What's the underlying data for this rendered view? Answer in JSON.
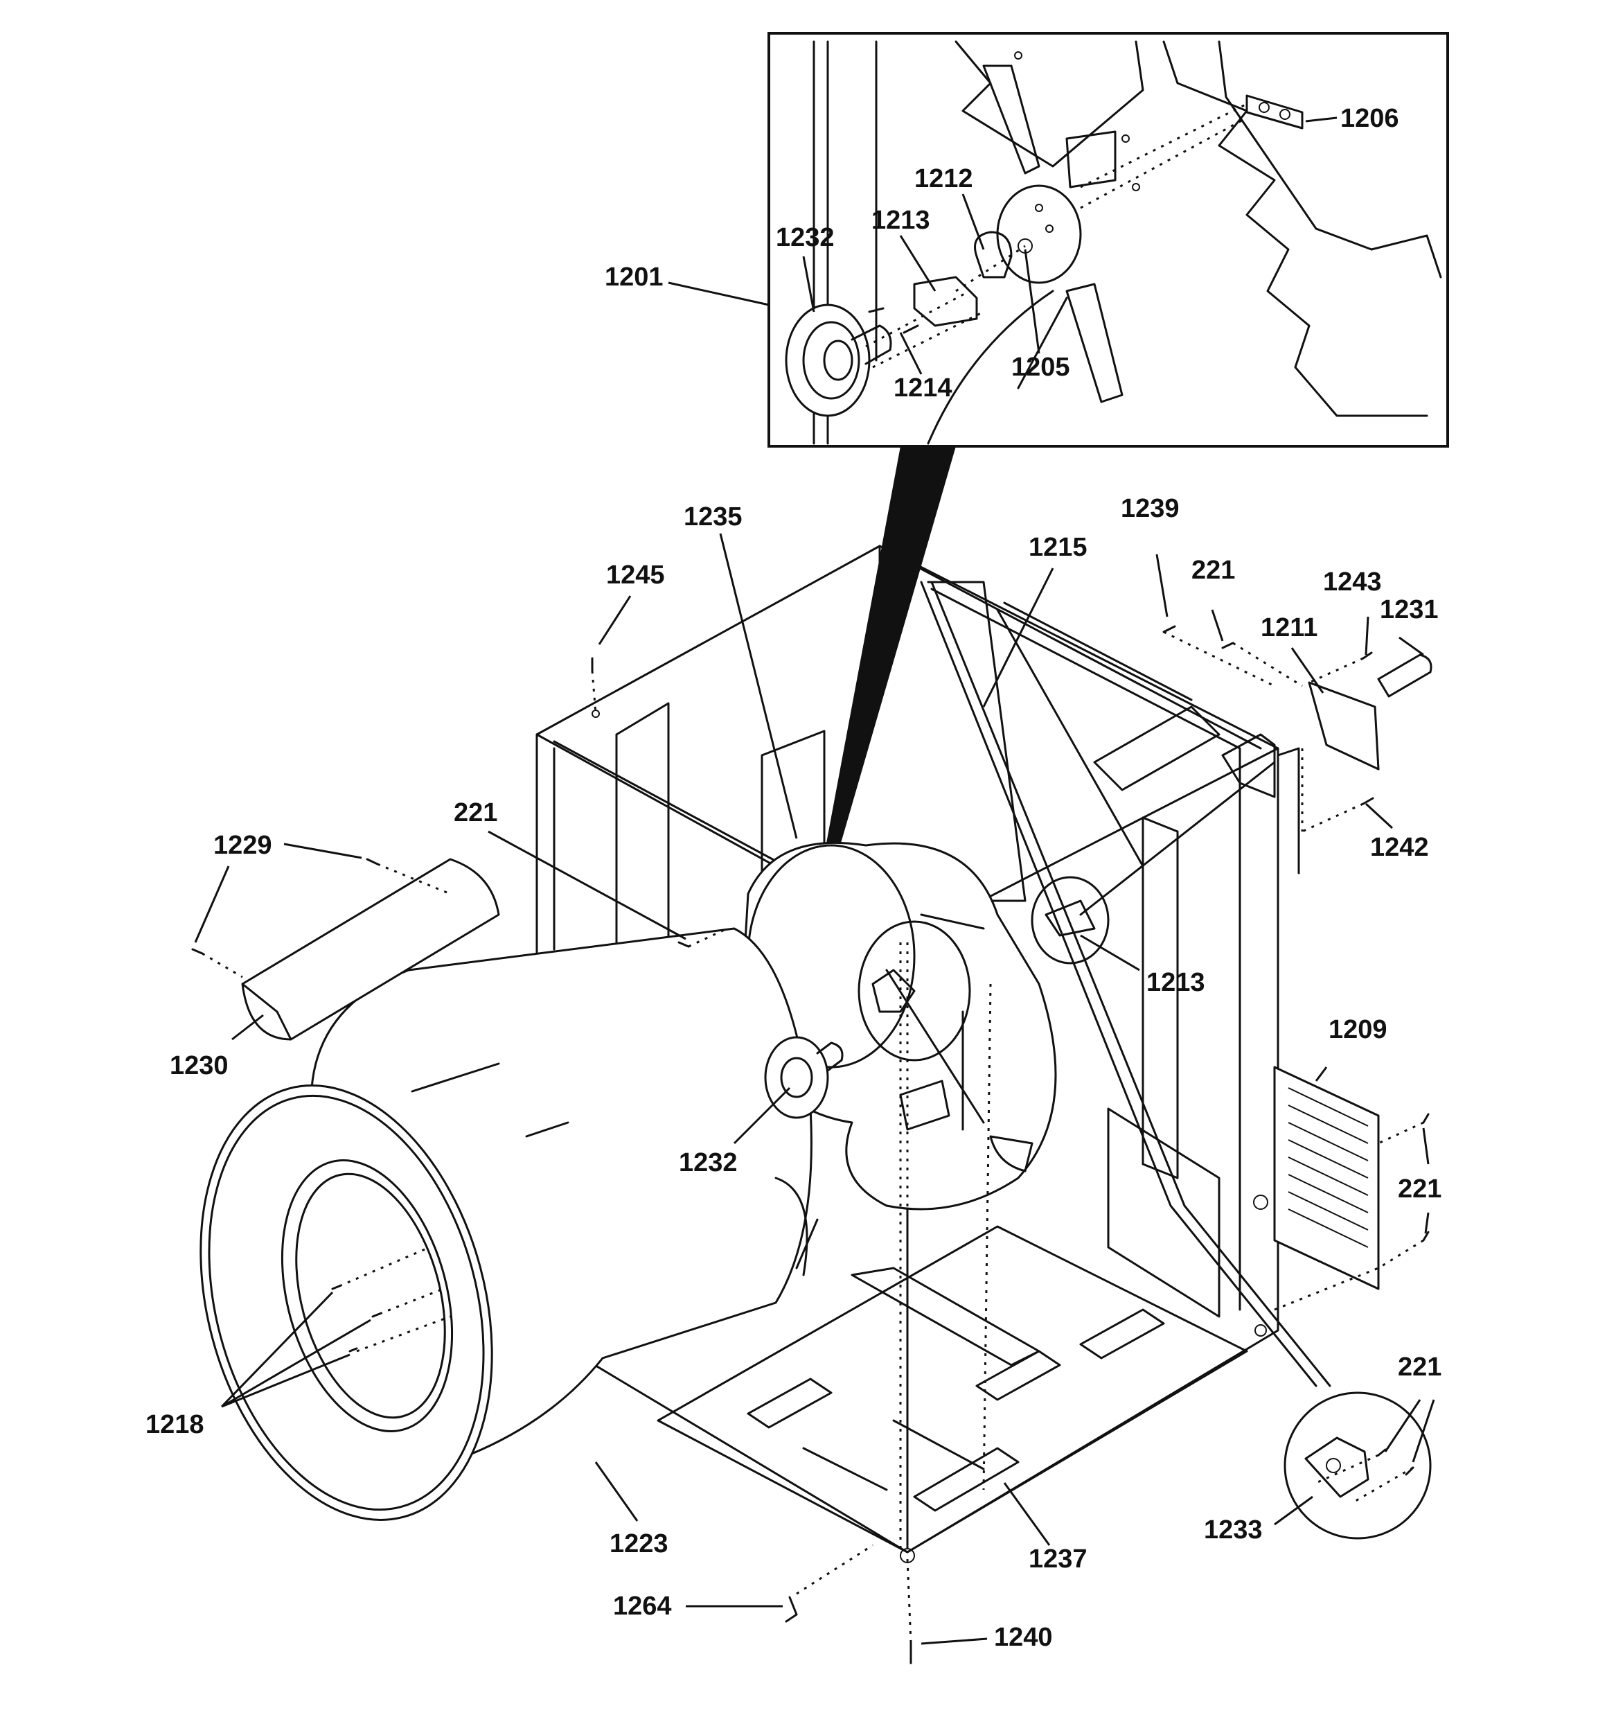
{
  "callouts": [
    {
      "id": "c1201",
      "label": "1201"
    },
    {
      "id": "c1206",
      "label": "1206"
    },
    {
      "id": "c1212",
      "label": "1212"
    },
    {
      "id": "c1213-inset",
      "label": "1213"
    },
    {
      "id": "c1232-inset",
      "label": "1232"
    },
    {
      "id": "c1214",
      "label": "1214"
    },
    {
      "id": "c1205",
      "label": "1205"
    },
    {
      "id": "c1235",
      "label": "1235"
    },
    {
      "id": "c1239",
      "label": "1239"
    },
    {
      "id": "c1215",
      "label": "1215"
    },
    {
      "id": "c1245",
      "label": "1245"
    },
    {
      "id": "c221-top",
      "label": "221"
    },
    {
      "id": "c1243",
      "label": "1243"
    },
    {
      "id": "c1231",
      "label": "1231"
    },
    {
      "id": "c1211",
      "label": "1211"
    },
    {
      "id": "c1242",
      "label": "1242"
    },
    {
      "id": "c221-left",
      "label": "221"
    },
    {
      "id": "c1229",
      "label": "1229"
    },
    {
      "id": "c1230",
      "label": "1230"
    },
    {
      "id": "c1213",
      "label": "1213"
    },
    {
      "id": "c1209",
      "label": "1209"
    },
    {
      "id": "c221-right",
      "label": "221"
    },
    {
      "id": "c1232",
      "label": "1232"
    },
    {
      "id": "c221-bottom",
      "label": "221"
    },
    {
      "id": "c1218",
      "label": "1218"
    },
    {
      "id": "c1233",
      "label": "1233"
    },
    {
      "id": "c1223",
      "label": "1223"
    },
    {
      "id": "c1237",
      "label": "1237"
    },
    {
      "id": "c1264",
      "label": "1264"
    },
    {
      "id": "c1240",
      "label": "1240"
    }
  ]
}
